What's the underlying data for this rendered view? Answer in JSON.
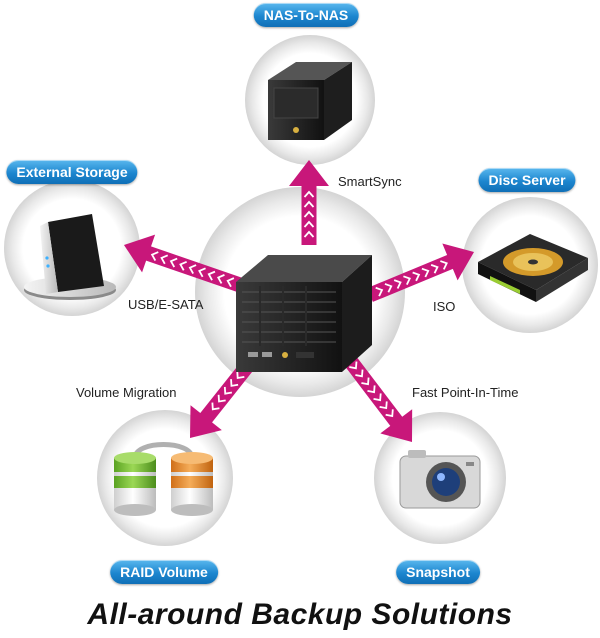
{
  "title": "All-around Backup Solutions",
  "nodes": {
    "nas": {
      "label": "NAS-To-NAS",
      "link": "SmartSync"
    },
    "external": {
      "label": "External Storage",
      "link": "USB/E-SATA"
    },
    "disc": {
      "label": "Disc Server",
      "link": "ISO"
    },
    "raid": {
      "label": "RAID Volume",
      "link": "Volume Migration"
    },
    "snapshot": {
      "label": "Snapshot",
      "link": "Fast Point-In-Time"
    }
  },
  "colors": {
    "arrow": "#c8177a",
    "pill": "#1d86cf",
    "raid_green": "#6dbb2d",
    "raid_orange": "#e8882c"
  }
}
